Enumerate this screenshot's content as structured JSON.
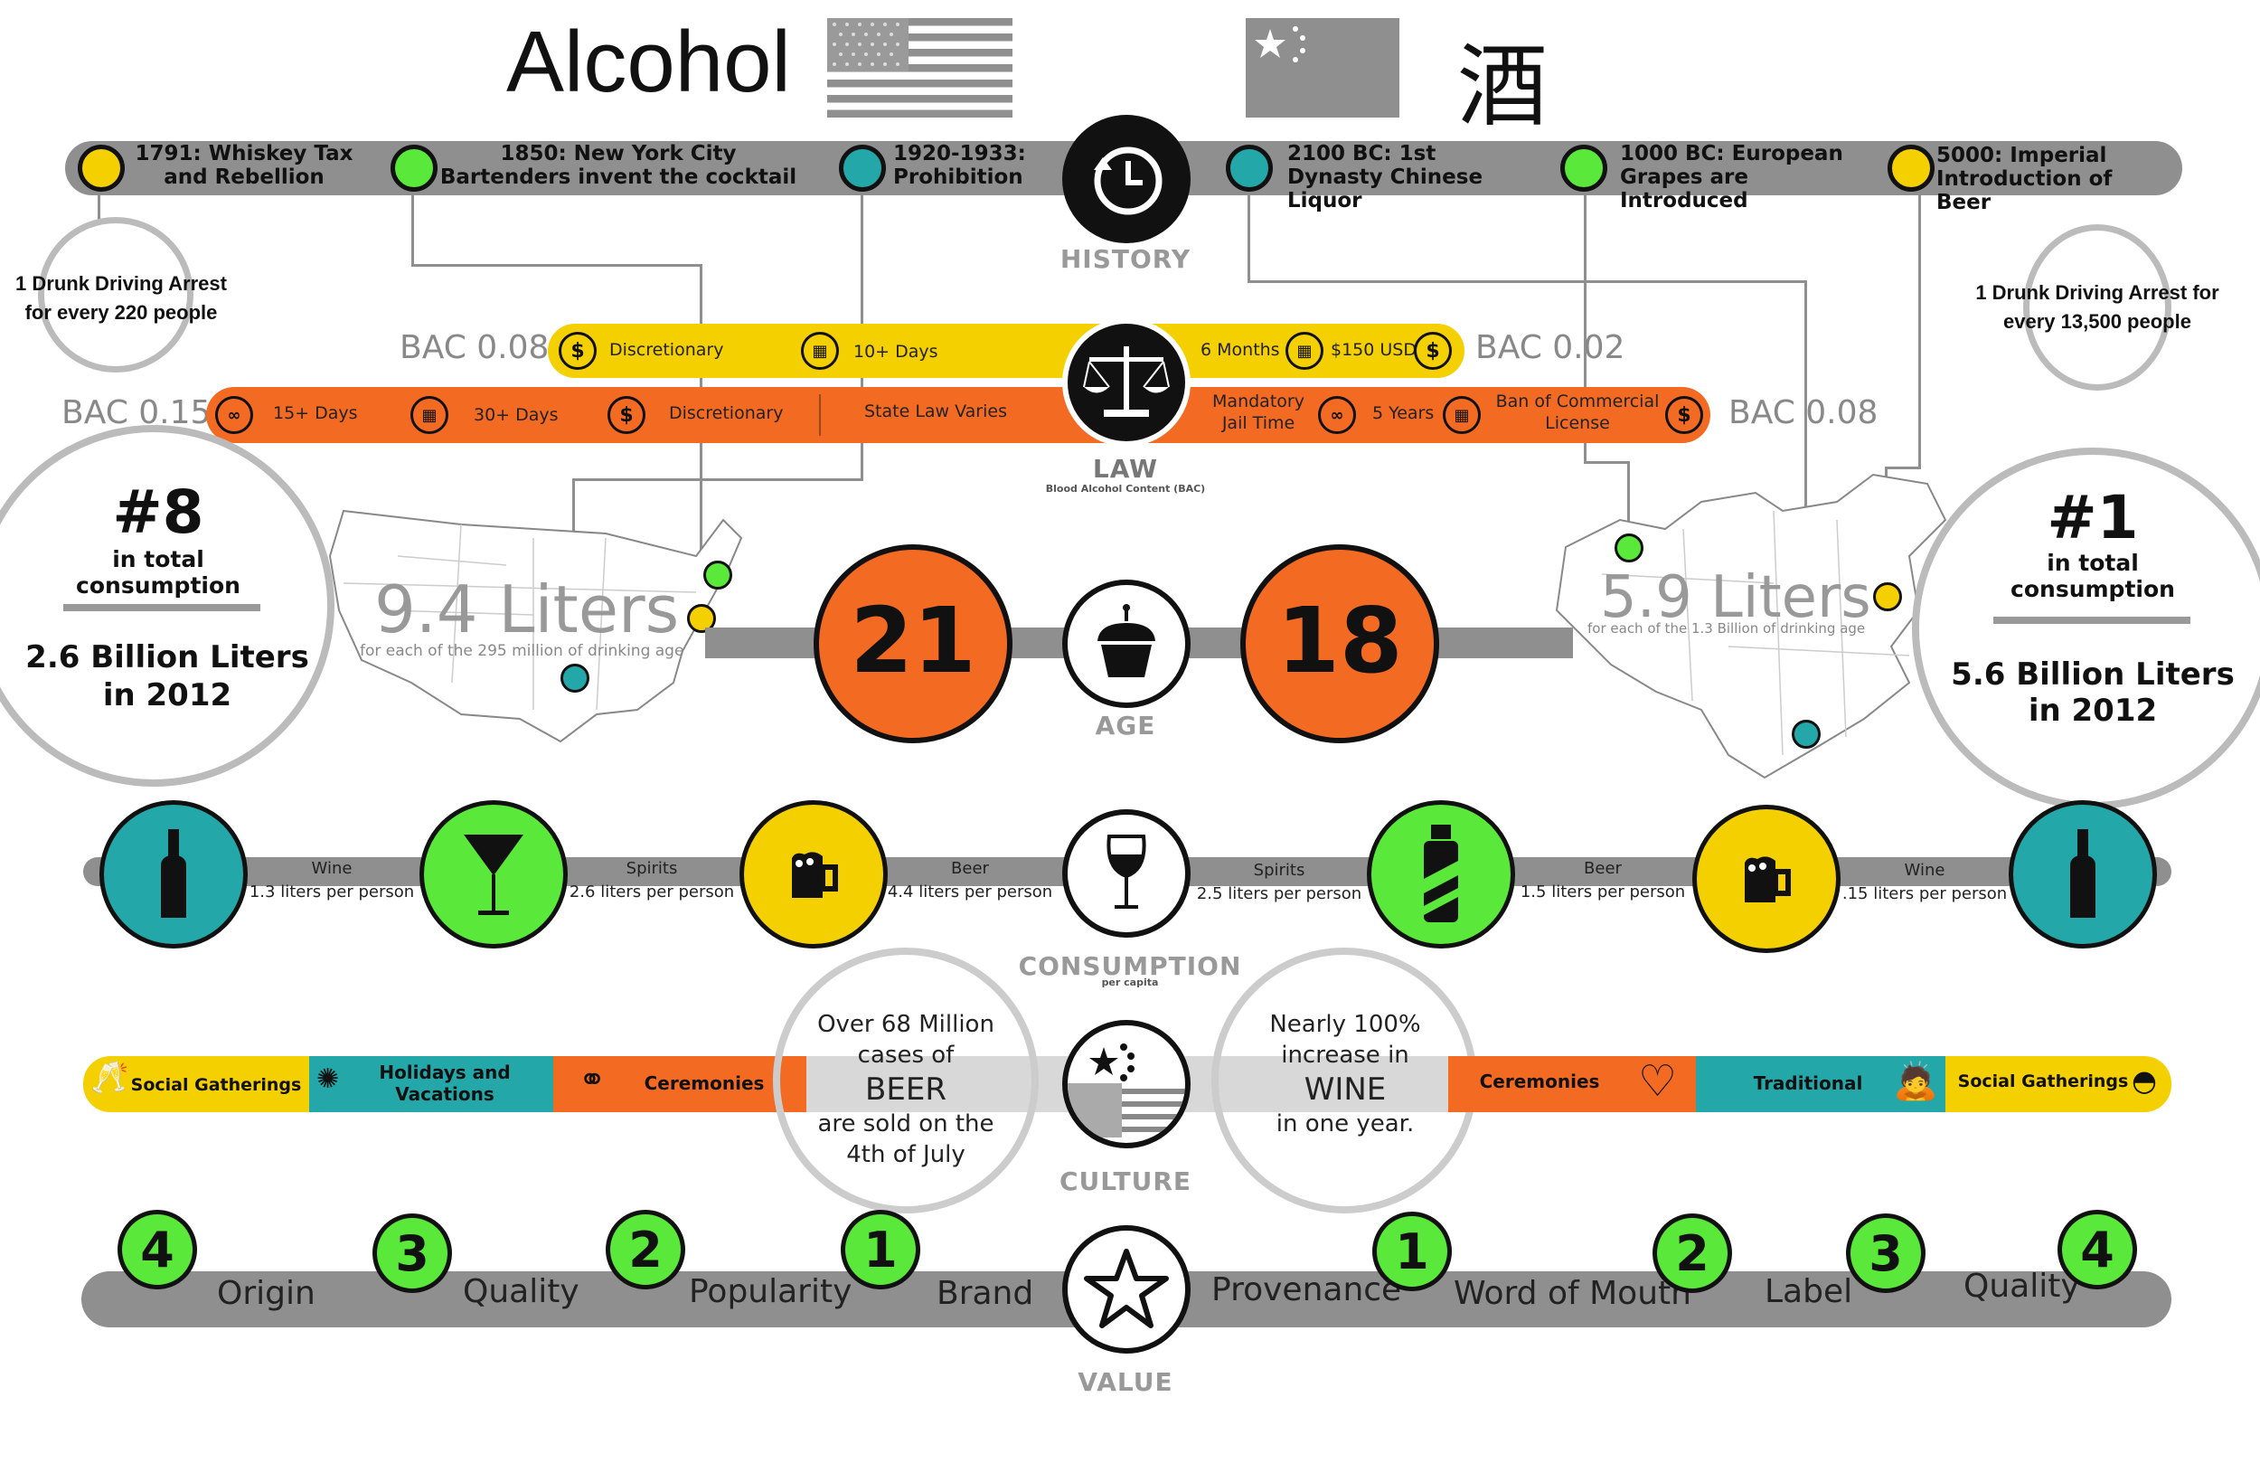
{
  "title": {
    "en": "Alcohol",
    "zh": "酒"
  },
  "history": {
    "label": "HISTORY",
    "events": [
      "1791: Whiskey Tax and Rebellion",
      "1850: New York City Bartenders invent the cocktail",
      "1920-1933: Prohibition",
      "2100 BC: 1st Dynasty Chinese Liquor",
      "1000 BC: European Grapes are Introduced",
      "5000: Imperial Introduction of Beer"
    ]
  },
  "drunk_driving": {
    "us": "1 Drunk Driving Arrest for every 220 people",
    "cn": "1 Drunk Driving Arrest for every 13,500 people"
  },
  "law": {
    "label": "LAW",
    "sublabel": "Blood Alcohol Content (BAC)",
    "us_bac_low": "BAC 0.08",
    "us_bac_high": "BAC 0.15",
    "cn_bac_low": "BAC 0.02",
    "cn_bac_high": "BAC 0.08",
    "yellow_bar": [
      "Discretionary",
      "10+ Days",
      "6 Months",
      "$150 USD"
    ],
    "orange_bar": [
      "15+ Days",
      "30+ Days",
      "Discretionary",
      "State Law Varies",
      "Mandatory Jail Time",
      "5 Years",
      "Ban of Commercial License"
    ]
  },
  "ranking": {
    "us_rank": "#8",
    "us_rank_label": "in total consumption",
    "us_total": "2.6 Billion Liters in 2012",
    "cn_rank": "#1",
    "cn_rank_label": "in total consumption",
    "cn_total": "5.6 Billion Liters in 2012"
  },
  "maps": {
    "us_liters": "9.4 Liters",
    "us_caption": "for each of the 295 million of drinking age",
    "cn_liters": "5.9 Liters",
    "cn_caption": "for each of the 1.3 Billion of drinking age"
  },
  "age": {
    "label": "AGE",
    "us": "21",
    "cn": "18"
  },
  "consumption": {
    "label": "CONSUMPTION",
    "sublabel": "per capita",
    "us": [
      {
        "name": "Wine",
        "amount": "1.3 liters per person"
      },
      {
        "name": "Spirits",
        "amount": "2.6 liters per person"
      },
      {
        "name": "Beer",
        "amount": "4.4 liters per person"
      }
    ],
    "cn": [
      {
        "name": "Spirits",
        "amount": "2.5 liters per person"
      },
      {
        "name": "Beer",
        "amount": "1.5  liters per person"
      },
      {
        "name": "Wine",
        "amount": ".15  liters per person"
      }
    ]
  },
  "culture": {
    "label": "CULTURE",
    "us_items": [
      "Social Gatherings",
      "Holidays and Vacations",
      "Ceremonies"
    ],
    "cn_items": [
      "Ceremonies",
      "Traditional",
      "Social Gatherings"
    ],
    "us_fact": [
      "Over 68 Million",
      "cases of",
      "BEER",
      "are sold on the",
      "4th of July"
    ],
    "cn_fact": [
      "Nearly 100%",
      "increase in",
      "WINE",
      "in one year."
    ]
  },
  "value": {
    "label": "VALUE",
    "us": [
      {
        "rank": "4",
        "name": "Origin"
      },
      {
        "rank": "3",
        "name": "Quality"
      },
      {
        "rank": "2",
        "name": "Popularity"
      },
      {
        "rank": "1",
        "name": "Brand"
      }
    ],
    "cn": [
      {
        "rank": "1",
        "name": "Provenance"
      },
      {
        "rank": "2",
        "name": "Word of Mouth"
      },
      {
        "rank": "3",
        "name": "Label"
      },
      {
        "rank": "4",
        "name": "Quality"
      }
    ]
  },
  "colors": {
    "yellow": "#f5d000",
    "green": "#5ae83a",
    "teal": "#24a7a8",
    "orange": "#f36a23",
    "gray": "#8f8f8f"
  }
}
